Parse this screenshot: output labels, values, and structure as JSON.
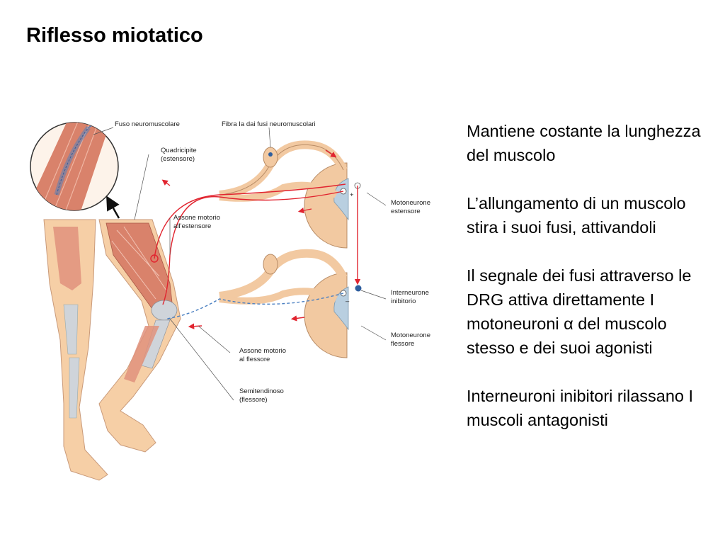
{
  "slide": {
    "title": "Riflesso miotatico"
  },
  "figure": {
    "labels": {
      "fuso": "Fuso neuromuscolare",
      "fibra": "Fibra Ia dai fusi neuromuscolari",
      "quad1": "Quadricipite",
      "quad2": "(estensore)",
      "assest1": "Assone motorio",
      "assest2": "all’estensore",
      "motest1": "Motoneurone",
      "motest2": "estensore",
      "inter1": "Interneurone",
      "inter2": "inibitorio",
      "motfl1": "Motoneurone",
      "motfl2": "flessore",
      "assfl1": "Assone motorio",
      "assfl2": "al flessore",
      "semi1": "Semitendinoso",
      "semi2": "(flessore)",
      "plus": "+",
      "minus": "–"
    }
  },
  "text_block": {
    "p1": "Mantiene costante la lunghezza del muscolo",
    "p2": "L’allungamento di un muscolo stira i suoi fusi, attivandoli",
    "p3_before": "Il segnale dei fusi attraverso le DRG attiva direttamente I motoneuroni ",
    "p3_symbol": "α",
    "p3_after": " del muscolo stesso e dei suoi agonisti",
    "p4": "Interneuroni inibitori rilassano I muscoli antagonisti"
  },
  "colors": {
    "muscle": "#d9826b",
    "skin": "#f6cfa6",
    "bone": "#cfd4da",
    "spinal_grey": "#b9cfe0",
    "axon_red": "#e1242f",
    "axon_blue": "#4a7fc1",
    "nerve_tan": "#f2c9a1"
  }
}
